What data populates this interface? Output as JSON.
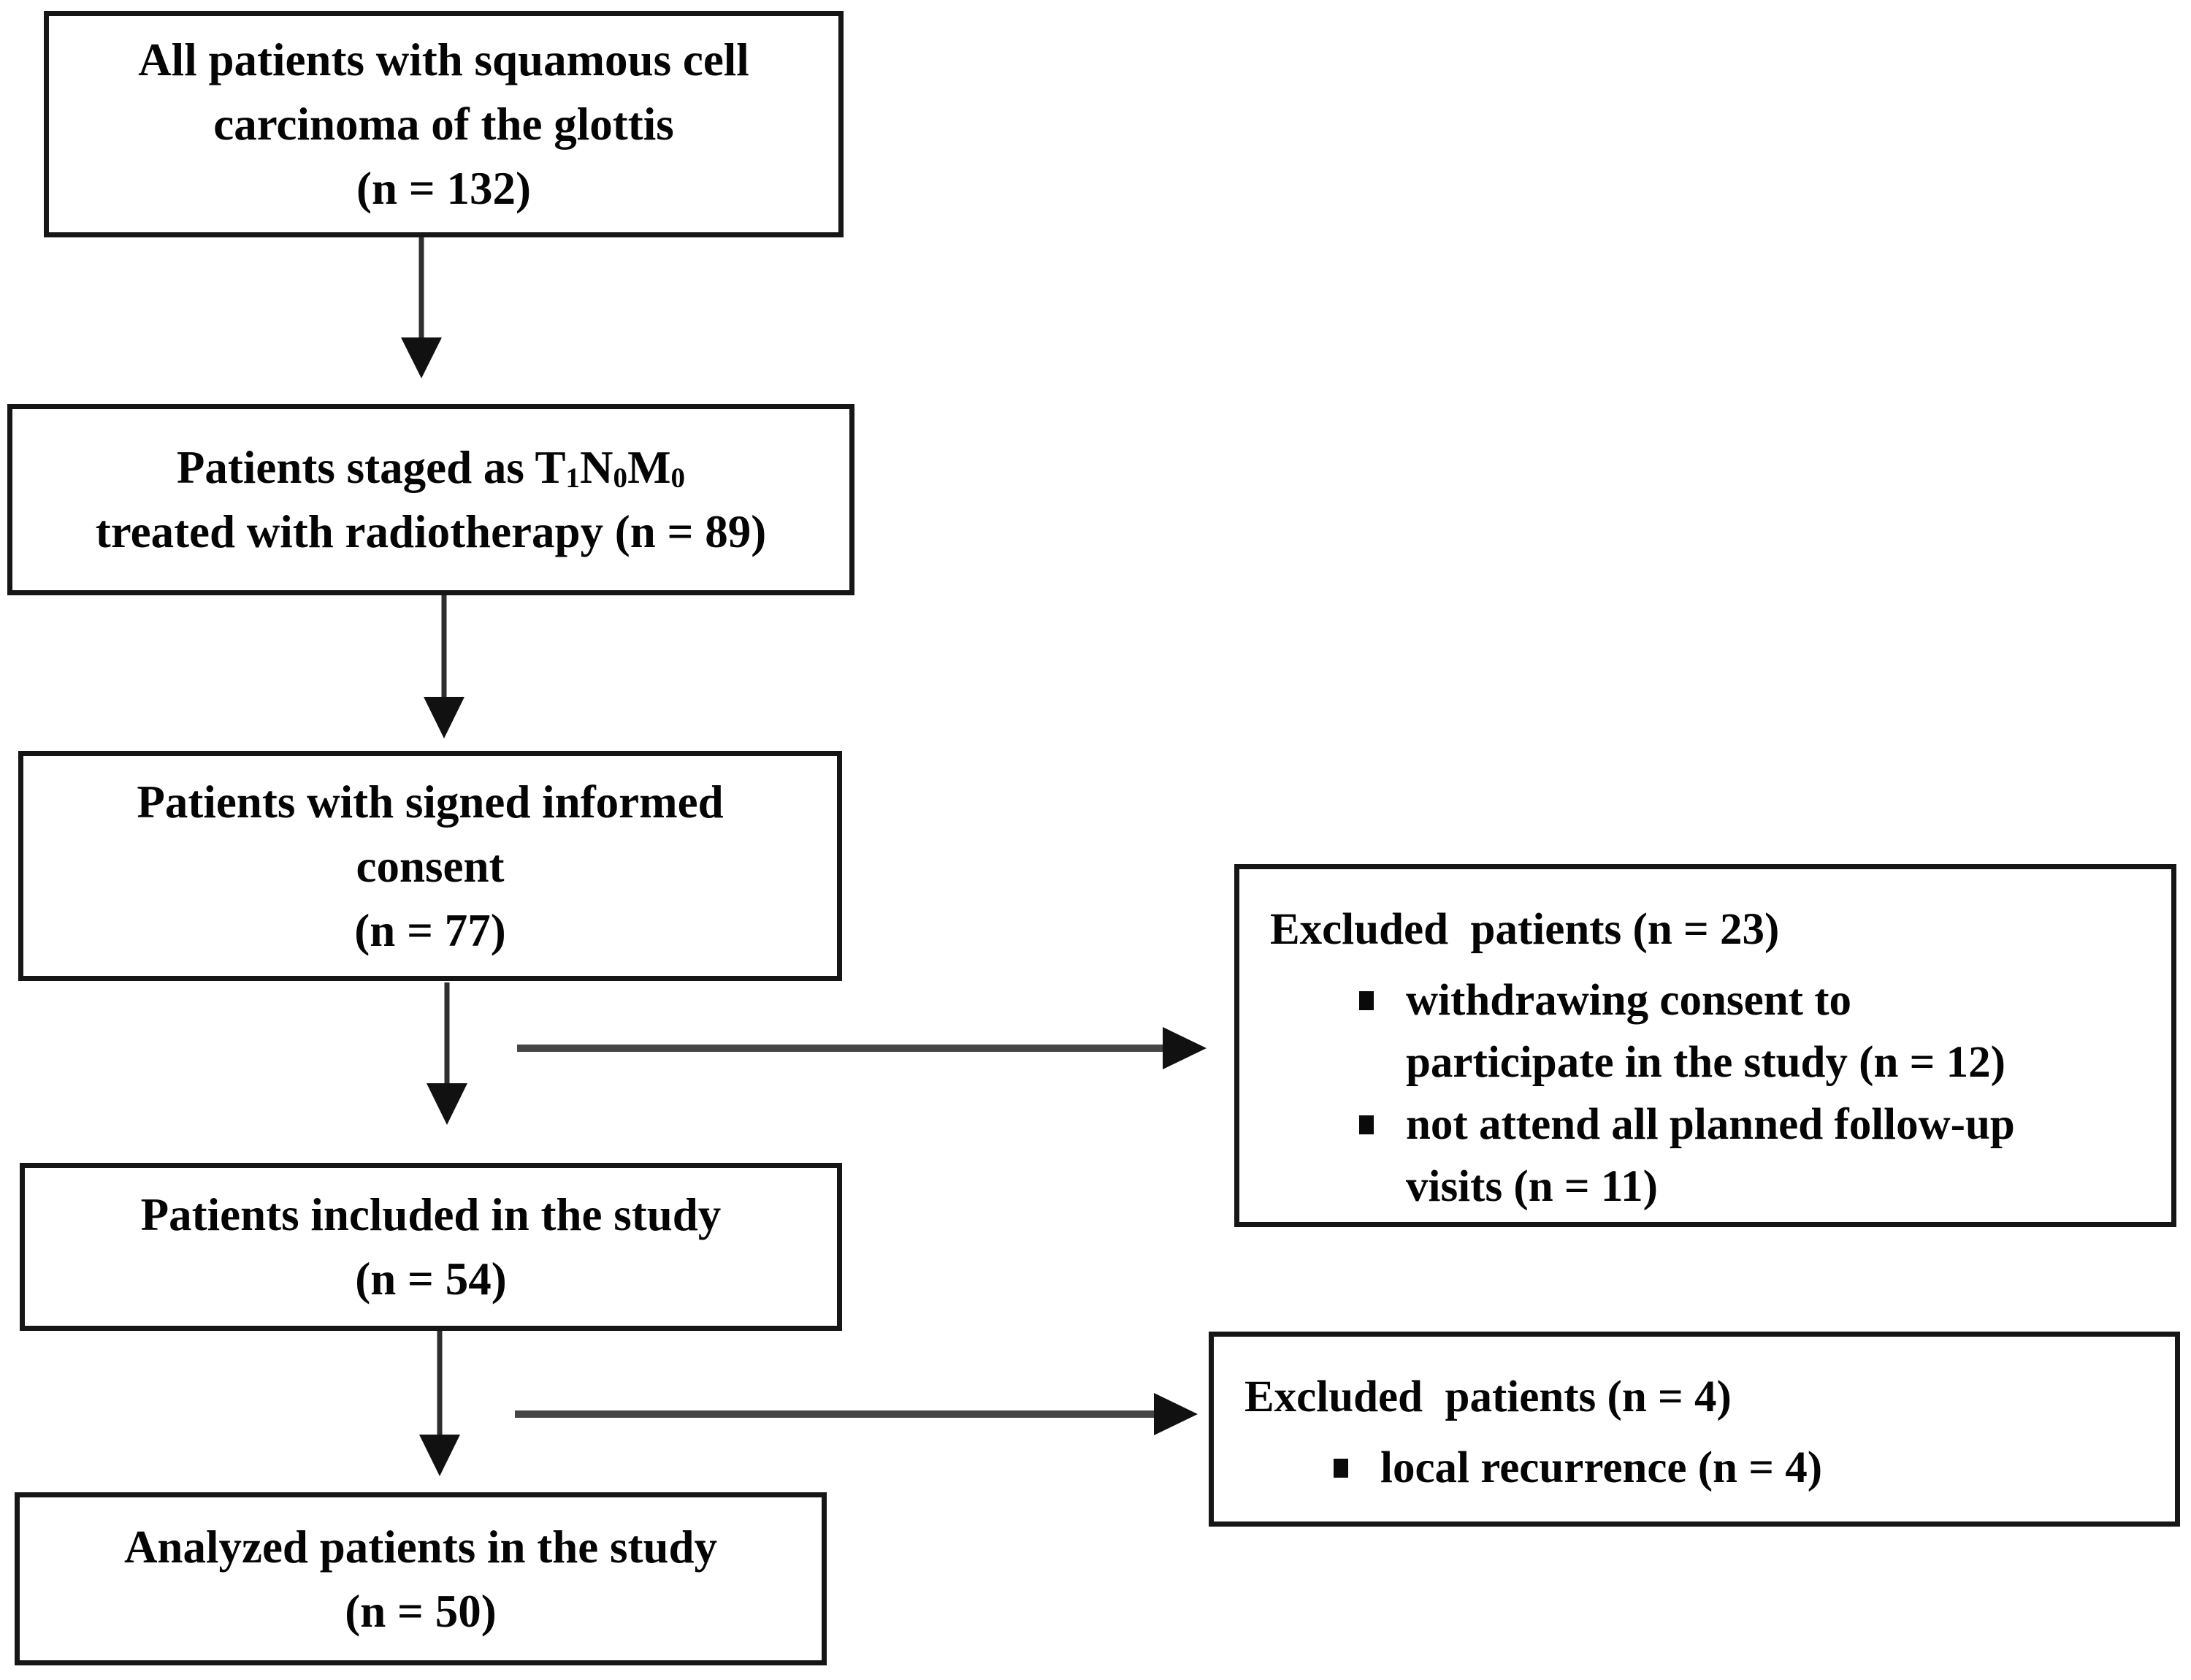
{
  "diagram": {
    "boxes": {
      "all_patients": {
        "text": "All patients with squamous cell\ncarcinoma of the glottis\n(n = 132)"
      },
      "staged": {
        "line1_prefix": "Patients staged as T",
        "sub1": "1",
        "seg_n": "N",
        "sub2": "0",
        "seg_m": "M",
        "sub3": "0",
        "line2": "treated with radiotherapy (n = 89)"
      },
      "consent": {
        "text": "Patients with signed informed\nconsent\n(n = 77)"
      },
      "included": {
        "text": "Patients included in the study\n(n = 54)"
      },
      "analyzed": {
        "text": "Analyzed patients in the study\n(n = 50)"
      },
      "excluded_consent": {
        "title": "Excluded  patients (n = 23)",
        "bullets": [
          "withdrawing consent to\nparticipate in the study (n = 12)",
          "not attend all planned follow-up\nvisits (n = 11)"
        ]
      },
      "excluded_included": {
        "title": "Excluded  patients (n = 4)",
        "bullets": [
          "local recurrence (n = 4)"
        ]
      }
    }
  }
}
